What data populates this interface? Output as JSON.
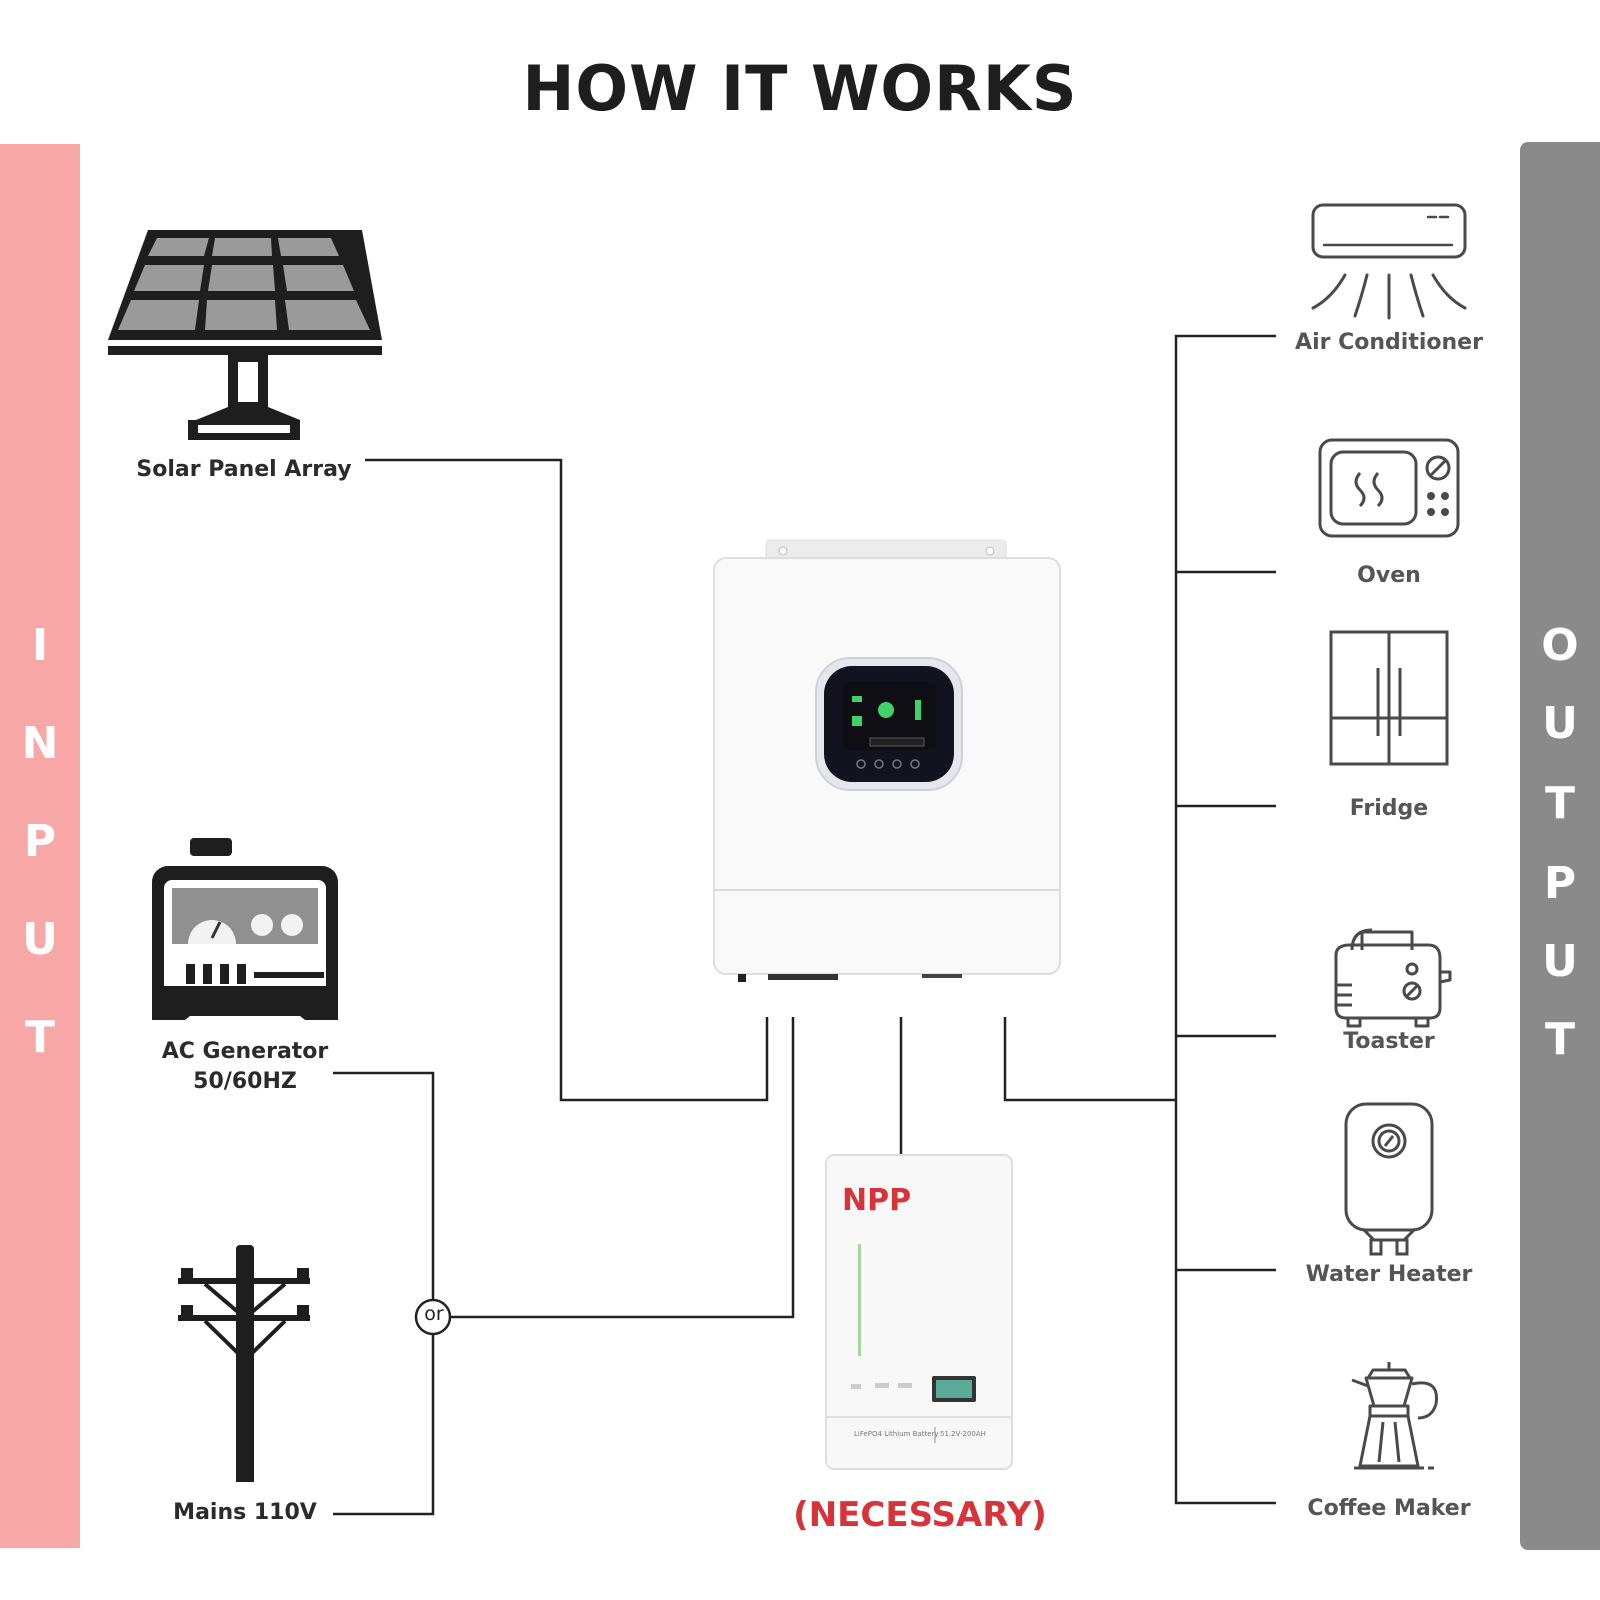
{
  "title": "HOW IT WORKS",
  "input_side": {
    "letters": [
      "I",
      "N",
      "P",
      "U",
      "T"
    ],
    "color": "#f7a8a6"
  },
  "output_side": {
    "letters": [
      "O",
      "U",
      "T",
      "P",
      "U",
      "T"
    ],
    "color": "#8a8a8a"
  },
  "inputs": {
    "solar": {
      "label": "Solar Panel Array",
      "icon": "solar-panel-icon"
    },
    "generator": {
      "label_line1": "AC Generator",
      "label_line2": "50/60HZ",
      "icon": "generator-icon"
    },
    "mains": {
      "label": "Mains 110V",
      "icon": "utility-pole-icon"
    },
    "or_label": "or"
  },
  "inverter": {
    "icon": "inverter-icon"
  },
  "battery": {
    "brand": "NPP",
    "spec_left": "LiFePO4 Lithium Battery",
    "spec_right": "51.2V-200AH",
    "note": "(NECESSARY)",
    "brand_color": "#d7343a"
  },
  "outputs": [
    {
      "label": "Air Conditioner",
      "icon": "air-conditioner-icon"
    },
    {
      "label": "Oven",
      "icon": "microwave-oven-icon"
    },
    {
      "label": "Fridge",
      "icon": "fridge-icon"
    },
    {
      "label": "Toaster",
      "icon": "toaster-icon"
    },
    {
      "label": "Water Heater",
      "icon": "water-heater-icon"
    },
    {
      "label": "Coffee Maker",
      "icon": "coffee-maker-icon"
    }
  ]
}
